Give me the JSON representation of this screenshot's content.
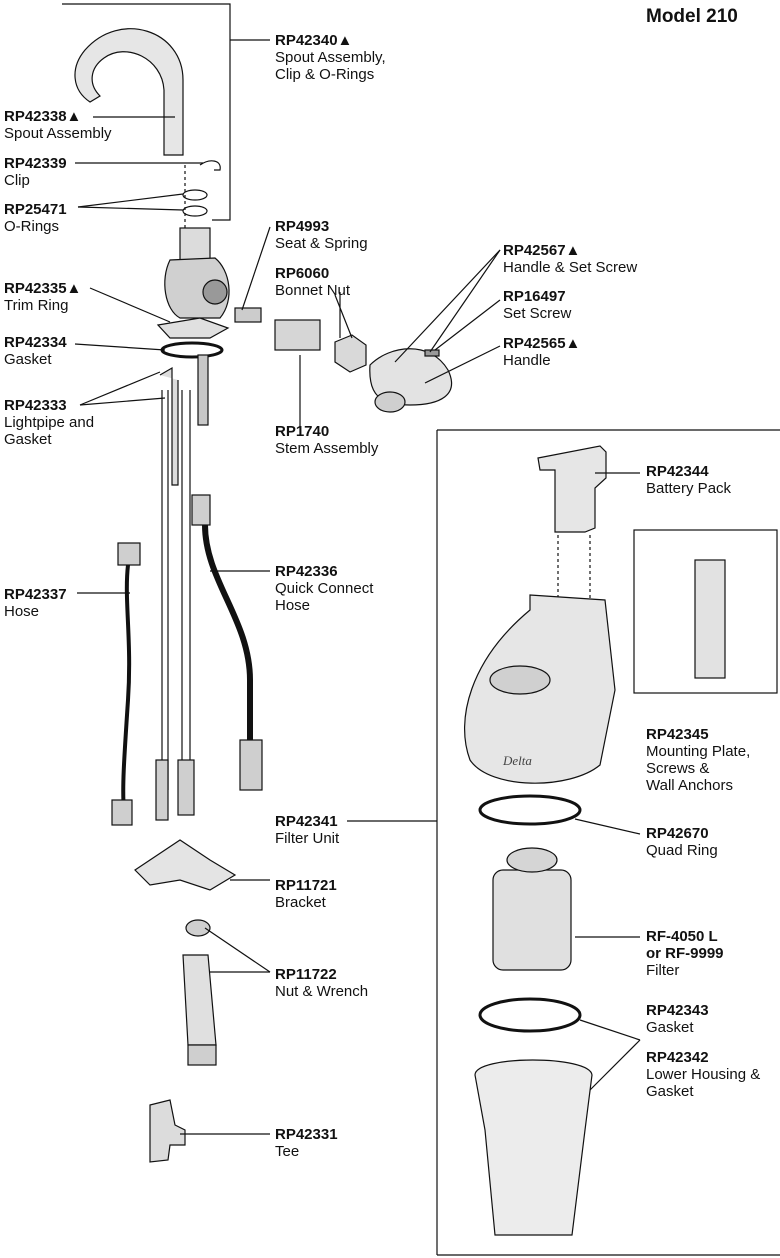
{
  "title": "Model 210",
  "parts": {
    "rp42340": {
      "pn": "RP42340▲",
      "d1": "Spout Assembly,",
      "d2": "Clip & O-Rings"
    },
    "rp42338": {
      "pn": "RP42338▲",
      "d1": "Spout Assembly"
    },
    "rp42339": {
      "pn": "RP42339",
      "d1": "Clip"
    },
    "rp25471": {
      "pn": "RP25471",
      "d1": "O-Rings"
    },
    "rp4993": {
      "pn": "RP4993",
      "d1": "Seat & Spring"
    },
    "rp6060": {
      "pn": "RP6060",
      "d1": "Bonnet Nut"
    },
    "rp42567": {
      "pn": "RP42567▲",
      "d1": "Handle & Set Screw"
    },
    "rp16497": {
      "pn": "RP16497",
      "d1": "Set Screw"
    },
    "rp42565": {
      "pn": "RP42565▲",
      "d1": "Handle"
    },
    "rp42335": {
      "pn": "RP42335▲",
      "d1": "Trim Ring"
    },
    "rp42334": {
      "pn": "RP42334",
      "d1": "Gasket"
    },
    "rp42333": {
      "pn": "RP42333",
      "d1": "Lightpipe and",
      "d2": "Gasket"
    },
    "rp1740": {
      "pn": "RP1740",
      "d1": "Stem Assembly"
    },
    "rp42344": {
      "pn": "RP42344",
      "d1": "Battery Pack"
    },
    "rp42337": {
      "pn": "RP42337",
      "d1": "Hose"
    },
    "rp42336": {
      "pn": "RP42336",
      "d1": "Quick Connect",
      "d2": "Hose"
    },
    "rp42345": {
      "pn": "RP42345",
      "d1": "Mounting Plate,",
      "d2": "Screws &",
      "d3": "Wall Anchors"
    },
    "rp42341": {
      "pn": "RP42341",
      "d1": "Filter Unit"
    },
    "rp42670": {
      "pn": "RP42670",
      "d1": "Quad Ring"
    },
    "rp11721": {
      "pn": "RP11721",
      "d1": "Bracket"
    },
    "rf4050": {
      "pn1": "RF-4050 L",
      "pn2": "or RF-9999",
      "d1": "Filter"
    },
    "rp11722": {
      "pn": "RP11722",
      "d1": "Nut & Wrench"
    },
    "rp42343": {
      "pn": "RP42343",
      "d1": "Gasket"
    },
    "rp42342": {
      "pn": "RP42342",
      "d1": "Lower Housing &",
      "d2": "Gasket"
    },
    "rp42331": {
      "pn": "RP42331",
      "d1": "Tee"
    }
  },
  "housing_logo": "Delta"
}
